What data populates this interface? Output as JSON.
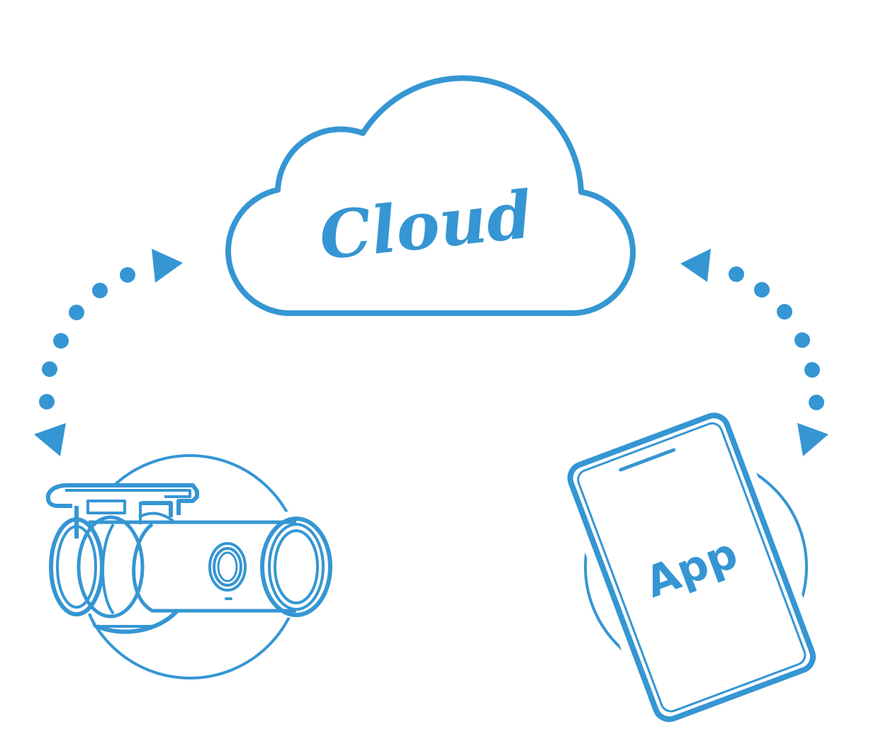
{
  "diagram": {
    "cloud_label": "Cloud",
    "app_label": "App"
  },
  "colors": {
    "accent": "#3596d3",
    "background": "#ffffff"
  },
  "icons": [
    "cloud-icon",
    "dashcam-icon",
    "smartphone-icon",
    "dotted-arrow-left",
    "dotted-arrow-right"
  ]
}
